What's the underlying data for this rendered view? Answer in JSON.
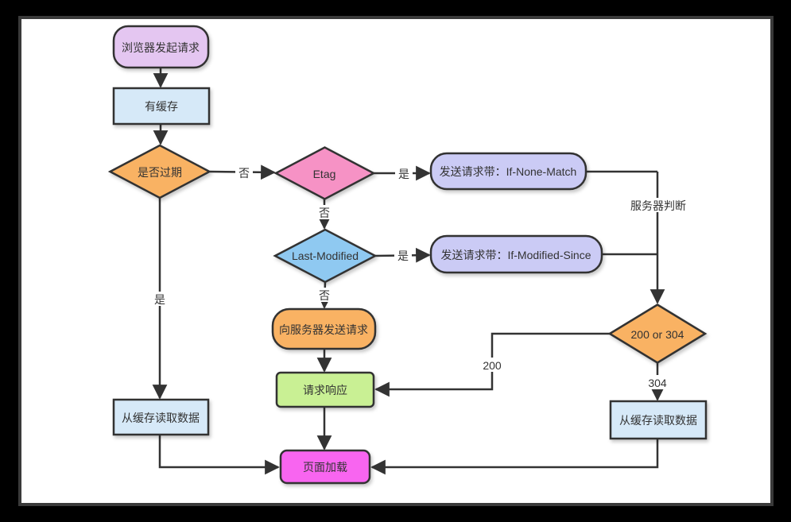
{
  "diagram": {
    "name": "browser-cache-flowchart",
    "colors": {
      "background": "#000000",
      "panel": "#ffffff",
      "panel_border": "#3a3a3a",
      "stroke": "#333333",
      "start_purple": "#e4c6f1",
      "light_blue": "#d6e9f8",
      "orange": "#f9b264",
      "pink": "#f692c5",
      "lavender": "#cbcbf5",
      "diamond_blue": "#8fc9f1",
      "green": "#c9f094",
      "magenta": "#f865f0"
    },
    "nodes": [
      {
        "id": "start",
        "shape": "rounded",
        "label": "浏览器发起请求",
        "fill": "#e4c6f1"
      },
      {
        "id": "has-cache",
        "shape": "rect",
        "label": "有缓存",
        "fill": "#d6e9f8"
      },
      {
        "id": "expired",
        "shape": "diamond",
        "label": "是否过期",
        "fill": "#f9b264"
      },
      {
        "id": "etag",
        "shape": "diamond",
        "label": "Etag",
        "fill": "#f692c5"
      },
      {
        "id": "if-none-match",
        "shape": "rounded",
        "label": "发送请求带：If-None-Match",
        "fill": "#cbcbf5"
      },
      {
        "id": "last-modified",
        "shape": "diamond",
        "label": "Last-Modified",
        "fill": "#8fc9f1"
      },
      {
        "id": "if-modified-since",
        "shape": "rounded",
        "label": "发送请求带：If-Modified-Since",
        "fill": "#cbcbf5"
      },
      {
        "id": "send-request",
        "shape": "rounded",
        "label": "向服务器发送请求",
        "fill": "#f9b264"
      },
      {
        "id": "response",
        "shape": "rect",
        "label": "请求响应",
        "fill": "#c9f094"
      },
      {
        "id": "read-cache-left",
        "shape": "rect",
        "label": "从缓存读取数据",
        "fill": "#d6e9f8"
      },
      {
        "id": "status",
        "shape": "diamond",
        "label": "200 or 304",
        "fill": "#f9b264"
      },
      {
        "id": "read-cache-right",
        "shape": "rect",
        "label": "从缓存读取数据",
        "fill": "#d6e9f8"
      },
      {
        "id": "page-load",
        "shape": "rounded",
        "label": "页面加载",
        "fill": "#f865f0"
      }
    ],
    "edge_labels": {
      "yes": "是",
      "no": "否",
      "server_judge": "服务器判断",
      "code_200": "200",
      "code_304": "304"
    }
  }
}
